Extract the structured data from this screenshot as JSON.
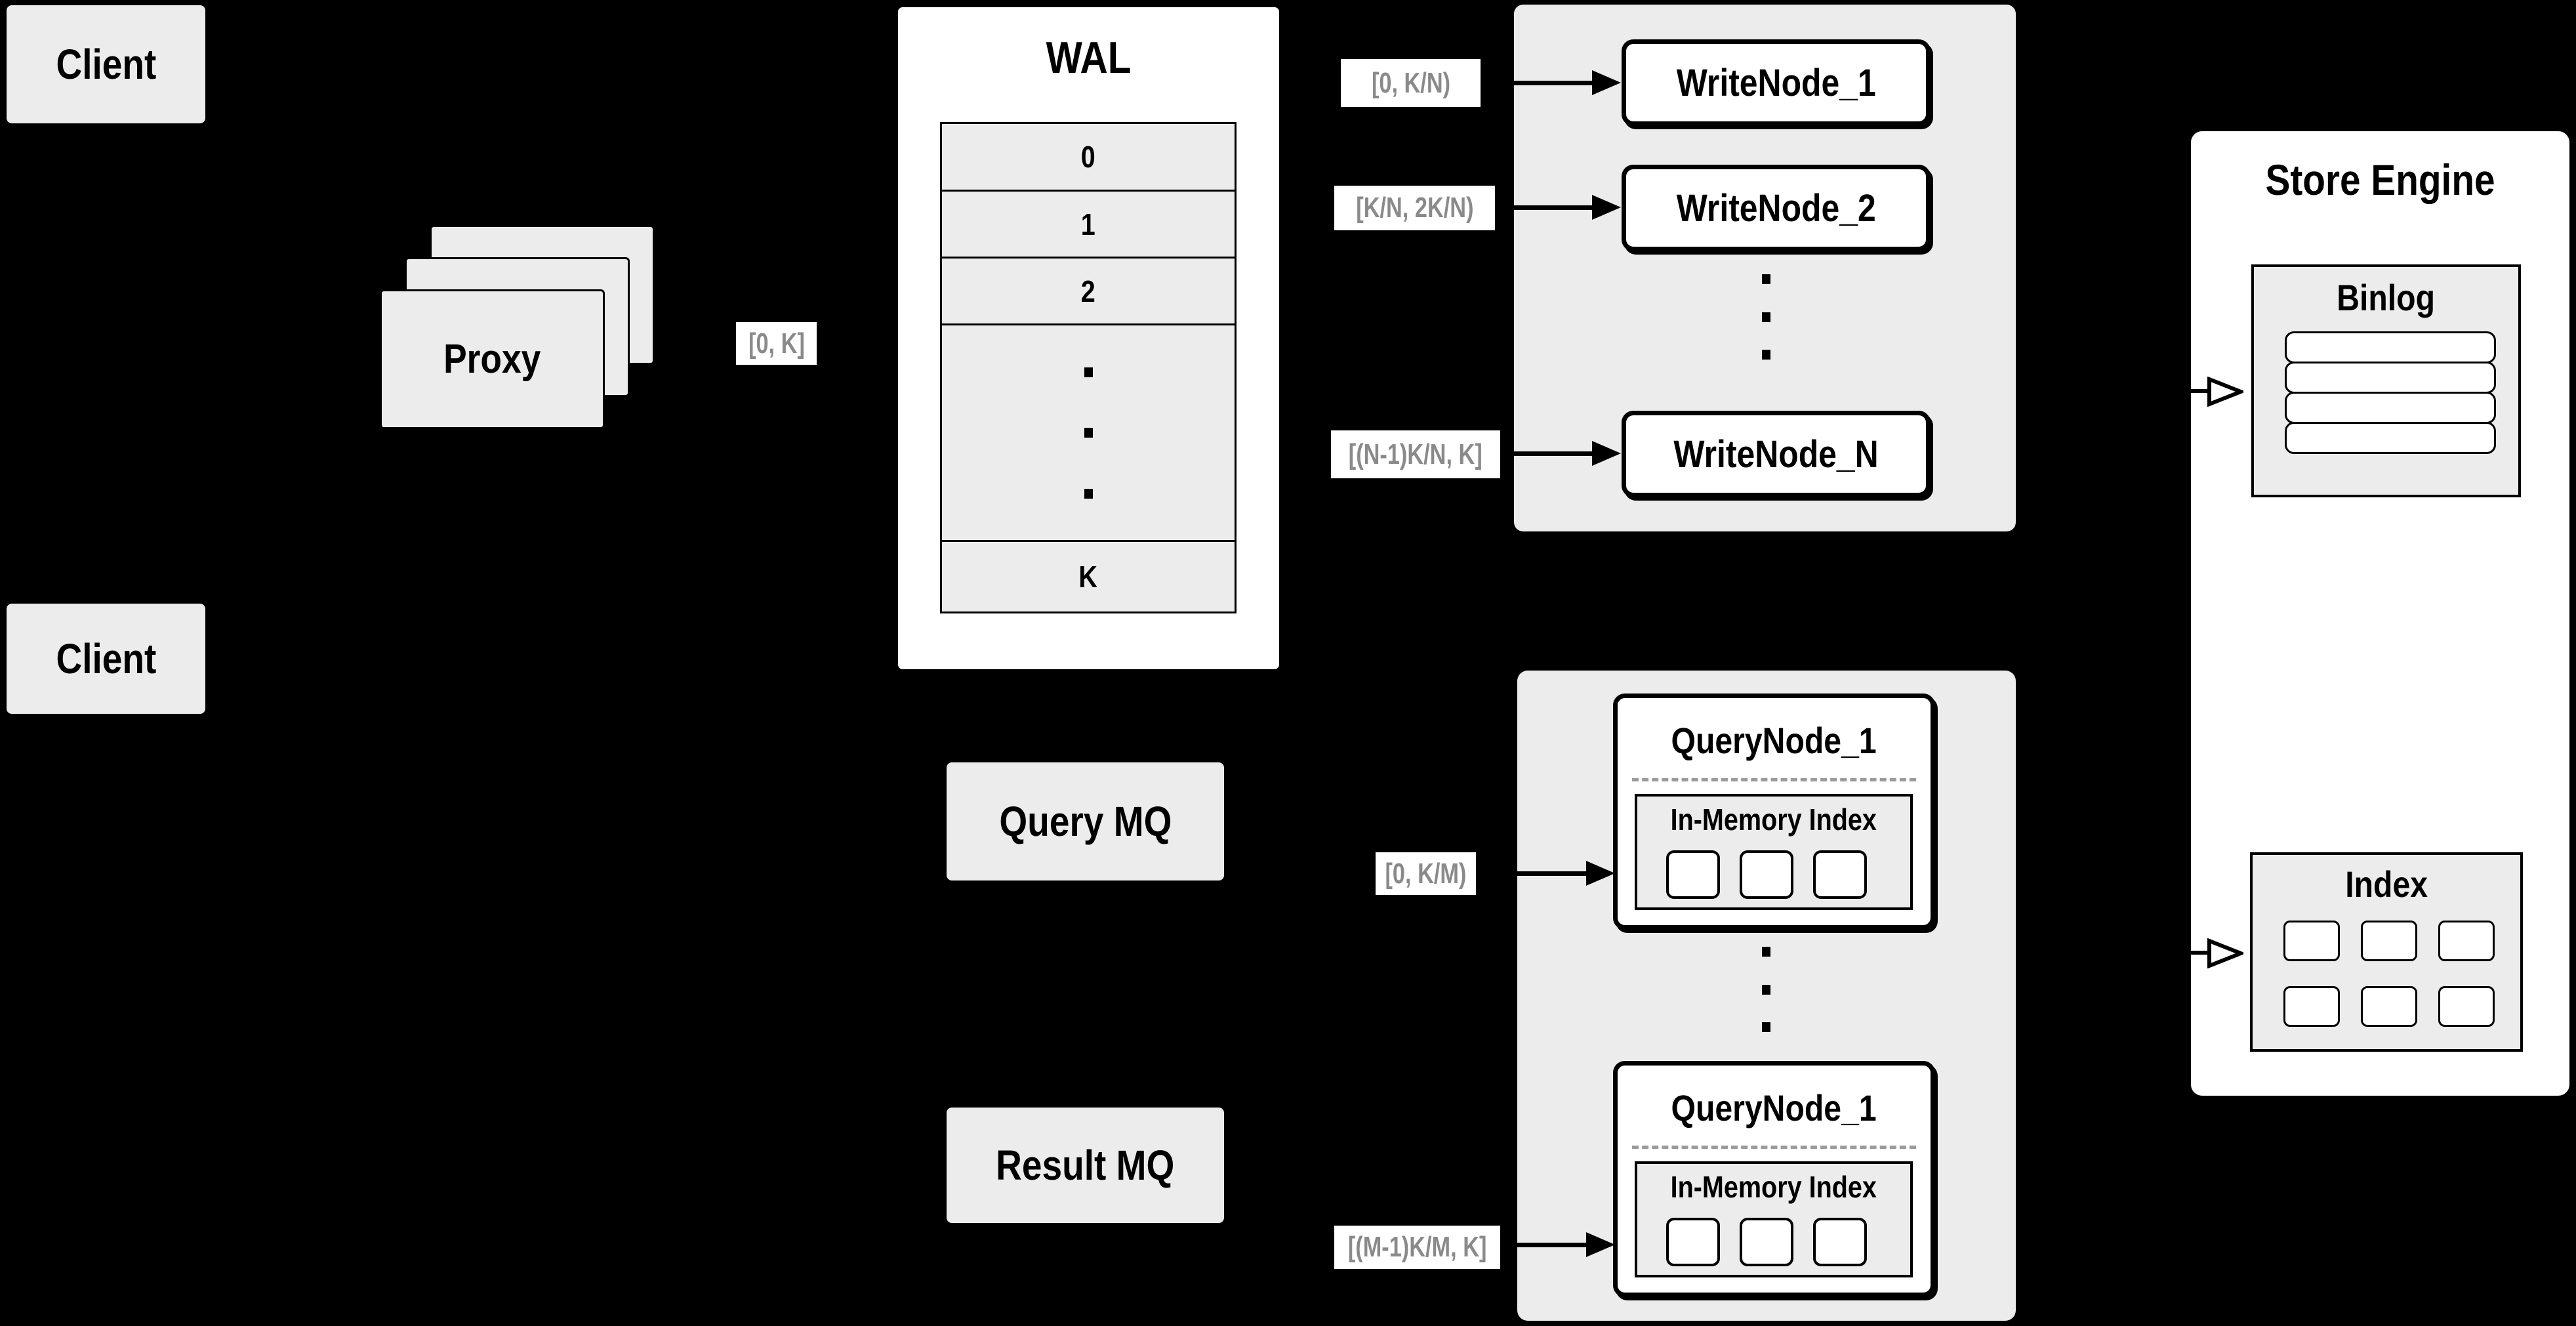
{
  "colors": {
    "background": "#000000",
    "box_gray": "#ececec",
    "white": "#ffffff",
    "border": "#000000",
    "range_text": "#8a8a8a",
    "dashed_divider": "#9a9a9a"
  },
  "clients": {
    "top": "Client",
    "bottom": "Client"
  },
  "proxy": {
    "label": "Proxy",
    "range": "[0, K]"
  },
  "wal": {
    "title": "WAL",
    "segments": [
      "0",
      "1",
      "2"
    ],
    "last_segment": "K"
  },
  "write": {
    "nodes": [
      "WriteNode_1",
      "WriteNode_2",
      "WriteNode_N"
    ],
    "ranges": [
      "[0, K/N)",
      "[K/N, 2K/N)",
      "[(N-1)K/N, K]"
    ]
  },
  "mq": {
    "query": "Query MQ",
    "result": "Result MQ"
  },
  "query": {
    "range_in": "[0, K/M)",
    "range_out": "[(M-1)K/M, K]",
    "nodes": [
      {
        "title": "QueryNode_1",
        "inner": "In-Memory Index"
      },
      {
        "title": "QueryNode_1",
        "inner": "In-Memory Index"
      }
    ]
  },
  "store": {
    "title": "Store Engine",
    "binlog": "Binlog",
    "index": "Index"
  },
  "icons": {
    "vertical_ellipsis": "vertical-ellipsis",
    "solid_arrow": "arrow-right",
    "hollow_arrow": "hollow-arrow-right"
  }
}
